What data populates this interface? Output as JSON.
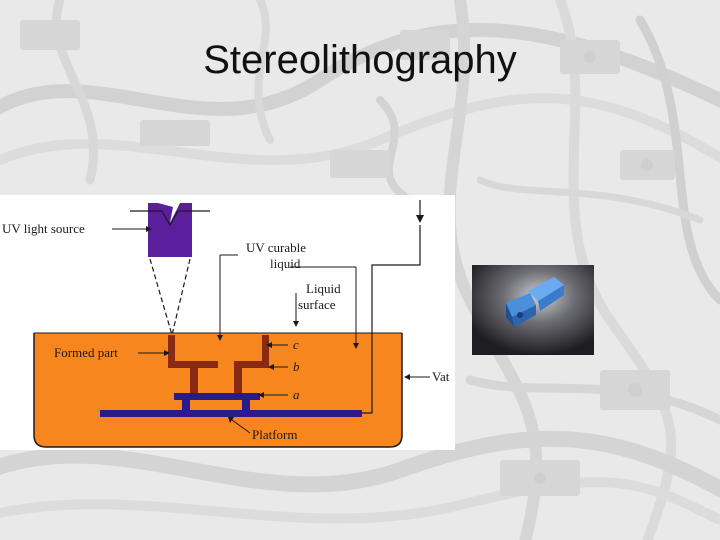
{
  "slide": {
    "title": "Stereolithography"
  },
  "diagram": {
    "labels": {
      "uv_source": "UV  light  source",
      "uv_curable": "UV  curable",
      "liquid": "liquid",
      "liquid_surface_1": "Liquid",
      "liquid_surface_2": "surface",
      "formed_part": "Formed  part",
      "c": "c",
      "b": "b",
      "a": "a",
      "vat": "Vat",
      "platform": "Platform"
    },
    "colors": {
      "liquid": "#f7861e",
      "part": "#8a2a12",
      "platform": "#2a1a8a",
      "uv_source": "#5b1f9e",
      "vat_wall": "#1a1a1a"
    }
  },
  "background": {
    "description_icon": "machinery-tubes-image"
  },
  "photo": {
    "icon": "printed-part-3d-icon",
    "part_color": "#4a8fdc"
  }
}
